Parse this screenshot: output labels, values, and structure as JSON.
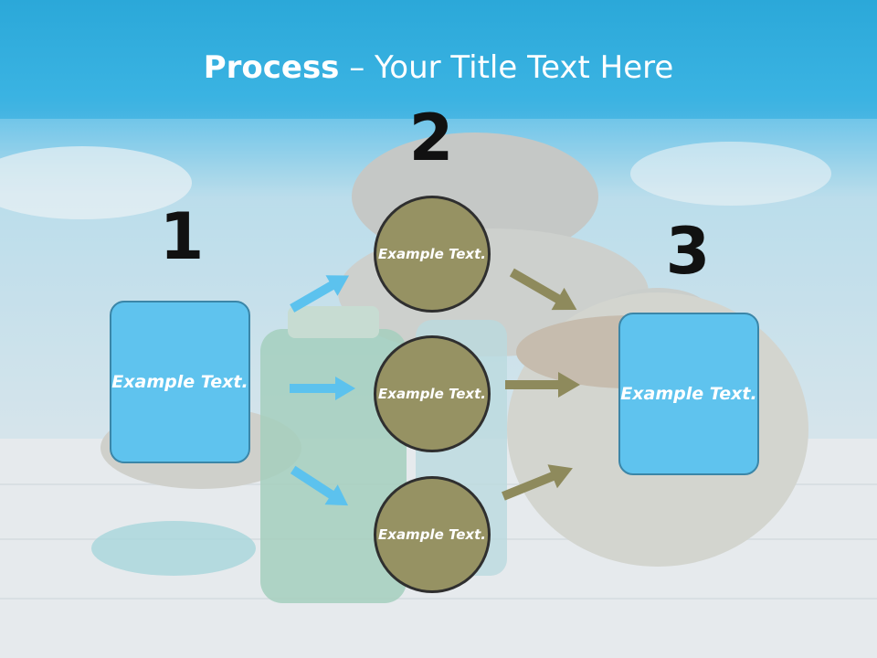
{
  "slide": {
    "title_bold": "Process",
    "title_rest": " – Your Title Text Here",
    "step_numbers": [
      "1",
      "2",
      "3"
    ],
    "left_box": "Example Text.",
    "right_box": "Example Text.",
    "circles": [
      "Example Text.",
      "Example Text.",
      "Example Text."
    ]
  },
  "colors": {
    "title_band": "#3ab3e2",
    "box_fill": "#5fc3ee",
    "circle_fill": "#969263",
    "left_arrows": "#5cc2ee",
    "right_arrows": "#8e8a5c"
  }
}
